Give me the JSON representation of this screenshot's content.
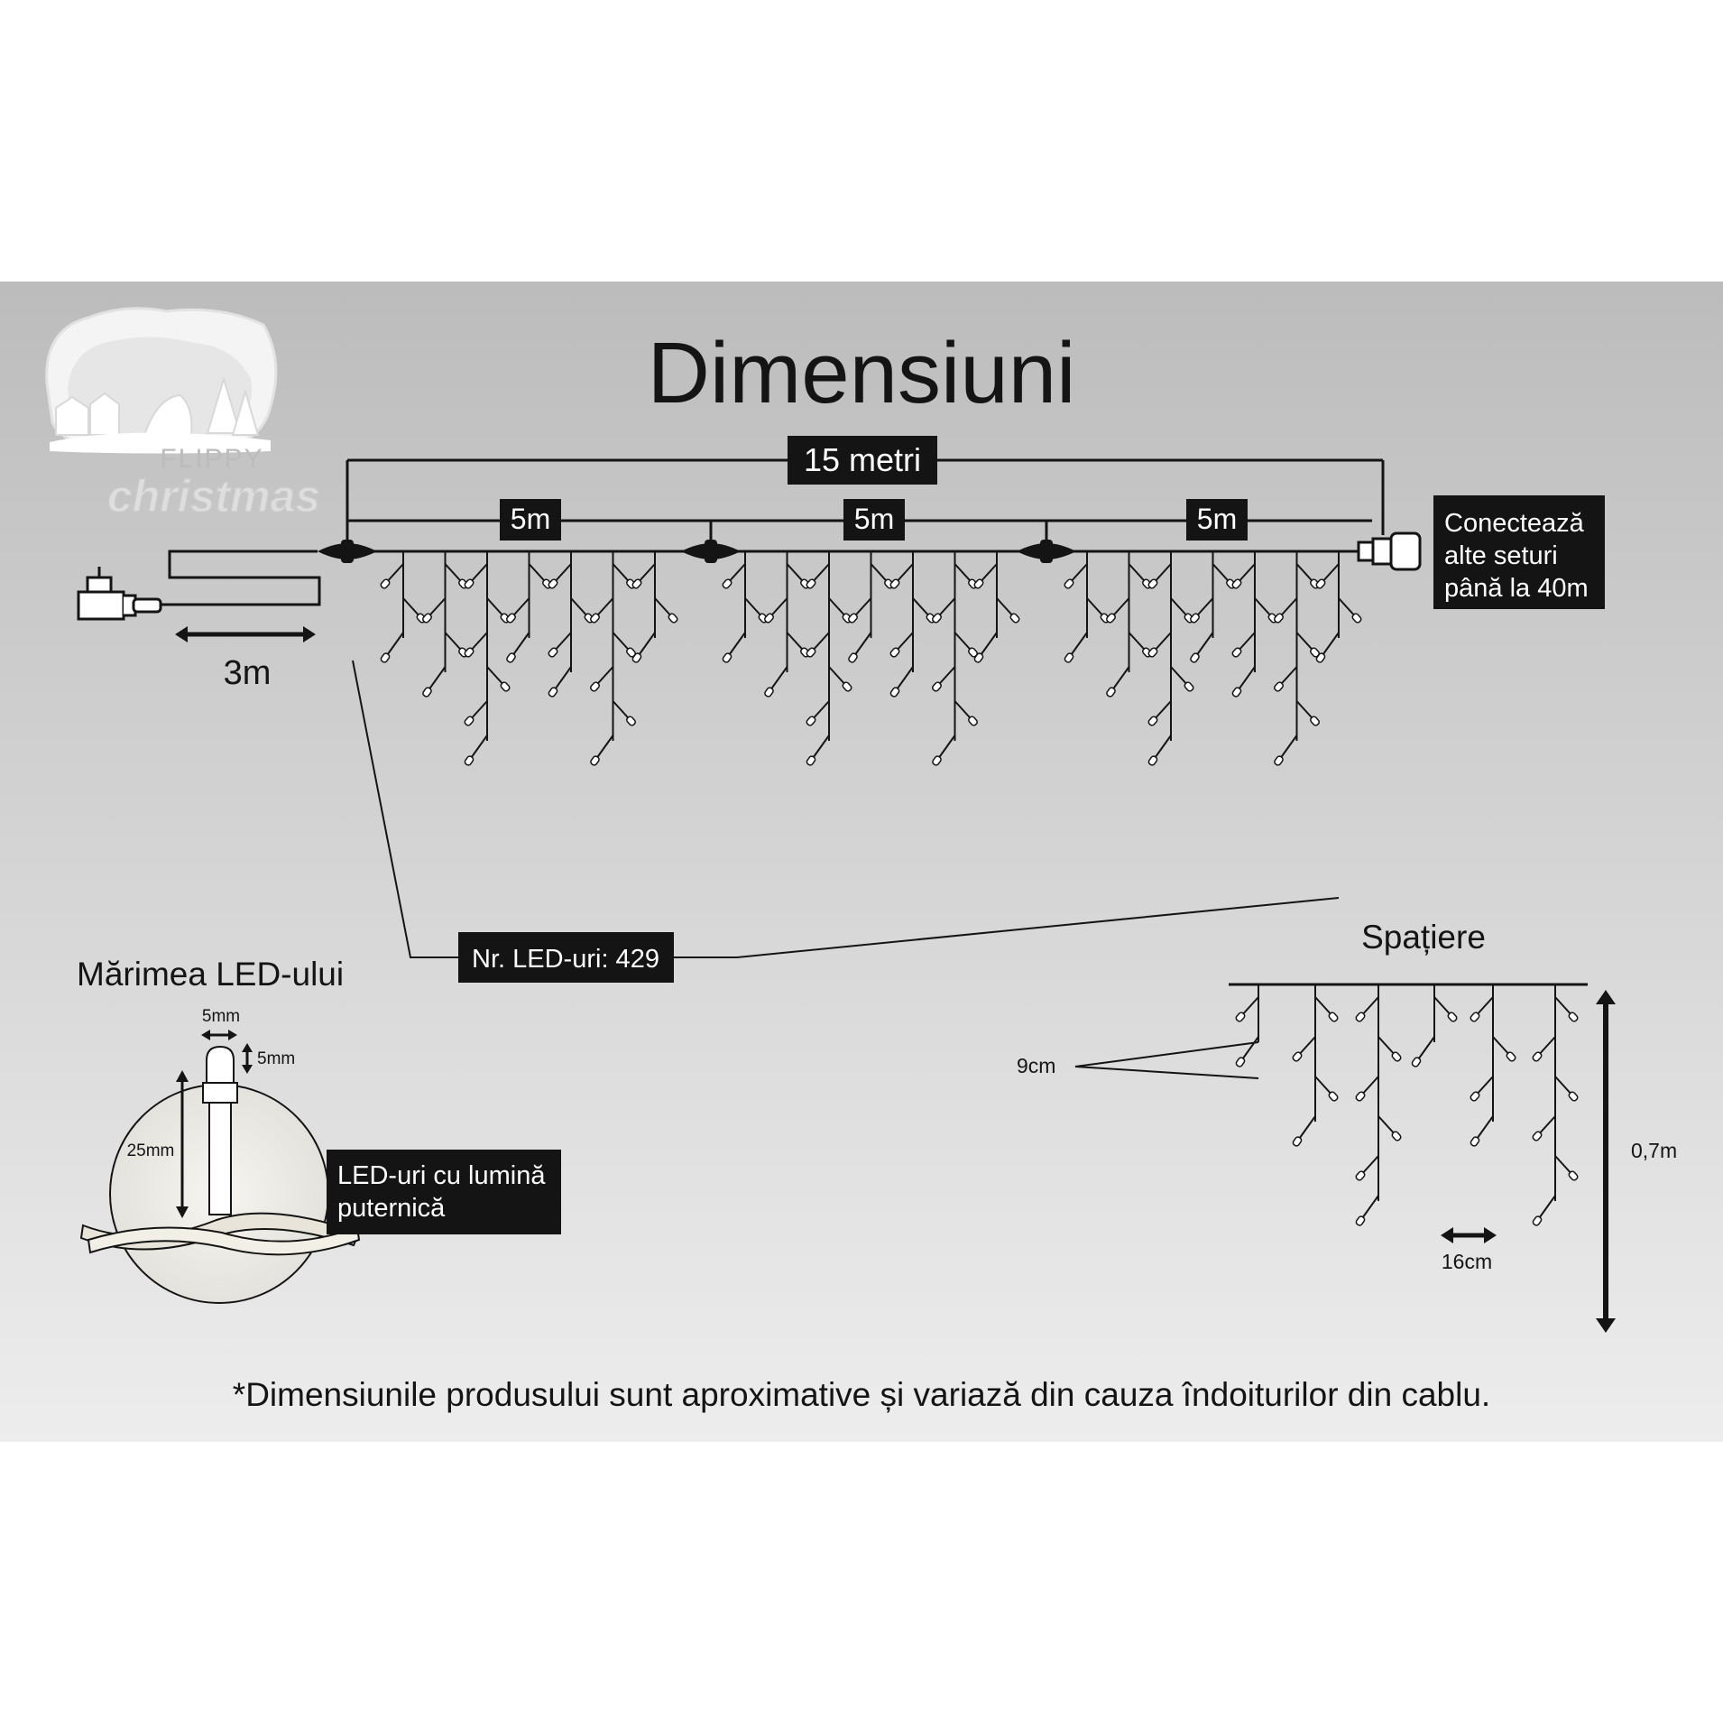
{
  "title": "Dimensiuni",
  "brand": {
    "line1": "FLIPPY",
    "line2": "christmas"
  },
  "total_length": "15 metri",
  "segments": [
    "5m",
    "5m",
    "5m"
  ],
  "lead_cable": "3m",
  "connect_note": [
    "Conectează",
    "alte seturi",
    "până la 40m"
  ],
  "led_count": "Nr. LED-uri: 429",
  "led_size": {
    "title": "Mărimea LED-ului",
    "width": "5mm",
    "tip": "5mm",
    "height": "25mm",
    "note": [
      "LED-uri cu lumină",
      "puternică"
    ]
  },
  "spacing": {
    "title": "Spațiere",
    "vertical": "9cm",
    "horizontal": "16cm",
    "drop": "0,7m"
  },
  "disclaimer": "*Dimensiunile produsului sunt aproximative și variază din cauza îndoiturilor din cablu.",
  "colors": {
    "panel_top": "#bcbcbc",
    "panel_bottom": "#ebebeb",
    "line": "#141414",
    "label_bg": "#141414",
    "label_text": "#ffffff"
  }
}
